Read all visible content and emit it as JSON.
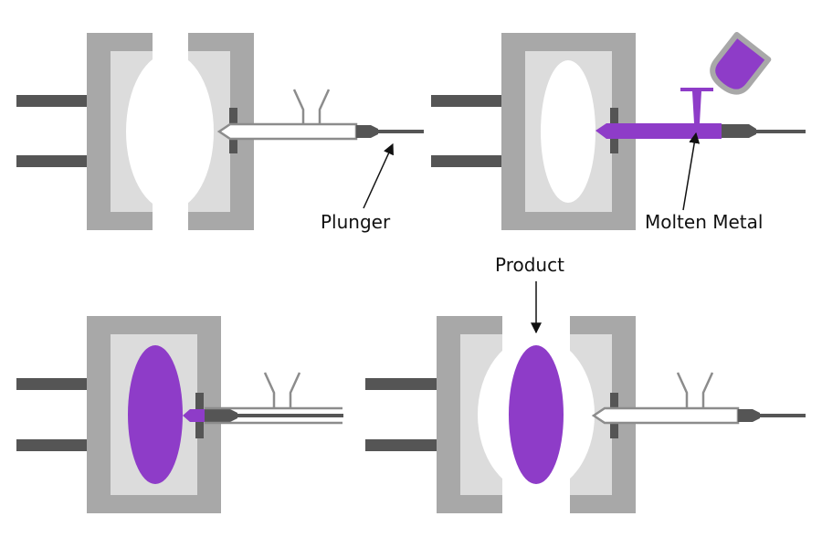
{
  "labels": {
    "plunger": "Plunger",
    "molten_metal": "Molten Metal",
    "product": "Product"
  },
  "colors": {
    "die_outer": "#a8a8a8",
    "die_inner": "#dcdcdc",
    "rod": "#555555",
    "metal": "#8e3cc8",
    "outline": "#8c8c8c",
    "background": "#ffffff"
  },
  "icons": [
    "arrow-icon",
    "ladle-icon"
  ]
}
